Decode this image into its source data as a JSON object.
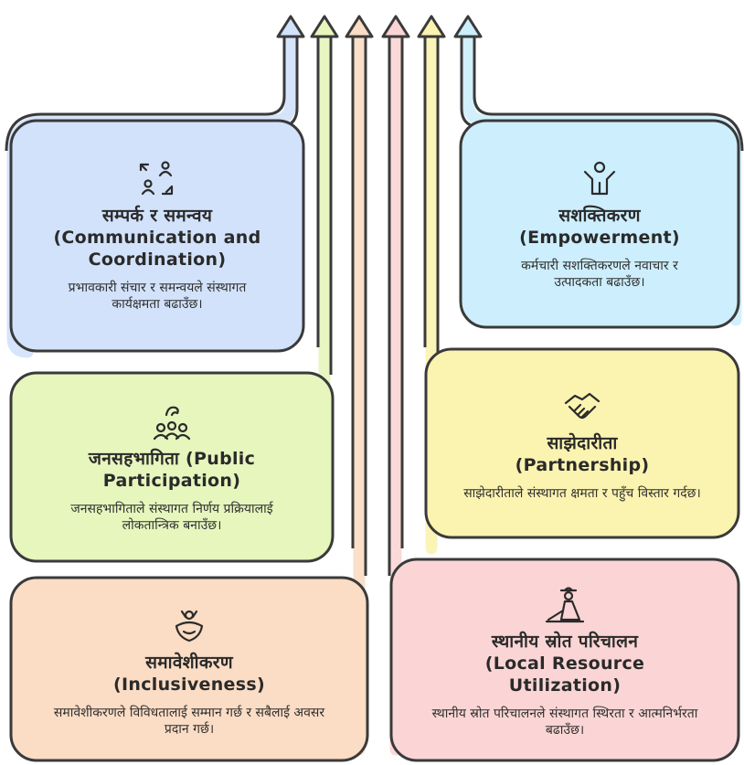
{
  "colors": {
    "blue": "#d2e2fb",
    "green": "#e6f6bd",
    "orange": "#fbdcc4",
    "cyan": "#cdeefc",
    "yellow": "#fbf3b0",
    "pink": "#fbd5d5",
    "outline": "#3a3a3a"
  },
  "cards": [
    {
      "id": "communication",
      "icon": "people-exchange-icon",
      "title_np": "सम्पर्क र समन्वय",
      "title_en": "(Communication and Coordination)",
      "desc": "प्रभावकारी संचार र समन्वयले संस्थागत कार्यक्षमता बढाउँछ।"
    },
    {
      "id": "participation",
      "icon": "group-hands-icon",
      "title_np": "जनसहभागिता (Public",
      "title_en": "Participation)",
      "desc": "जनसहभागिताले संस्थागत निर्णय प्रक्रियालाई लोकतान्त्रिक बनाउँछ।"
    },
    {
      "id": "inclusiveness",
      "icon": "embrace-person-icon",
      "title_np": "समावेशीकरण",
      "title_en": "(Inclusiveness)",
      "desc": "समावेशीकरणले विविधतालाई सम्मान गर्छ र सबैलाई अवसर प्रदान गर्छ।"
    },
    {
      "id": "empowerment",
      "icon": "person-raised-arms-icon",
      "title_np": "सशक्तिकरण",
      "title_en": "(Empowerment)",
      "desc": "कर्मचारी सशक्तिकरणले नवाचार र उत्पादकता बढाउँछ।"
    },
    {
      "id": "partnership",
      "icon": "handshake-icon",
      "title_np": "साझेदारीता",
      "title_en": "(Partnership)",
      "desc": "साझेदारीताले संस्थागत क्षमता र पहुँच विस्तार गर्दछ।"
    },
    {
      "id": "local-resource",
      "icon": "farmer-plough-icon",
      "title_np": "स्थानीय स्रोत परिचालन",
      "title_en": "(Local Resource Utilization)",
      "desc": "स्थानीय स्रोत परिचालनले संस्थागत स्थिरता र आत्मनिर्भरता बढाउँछ।"
    }
  ]
}
